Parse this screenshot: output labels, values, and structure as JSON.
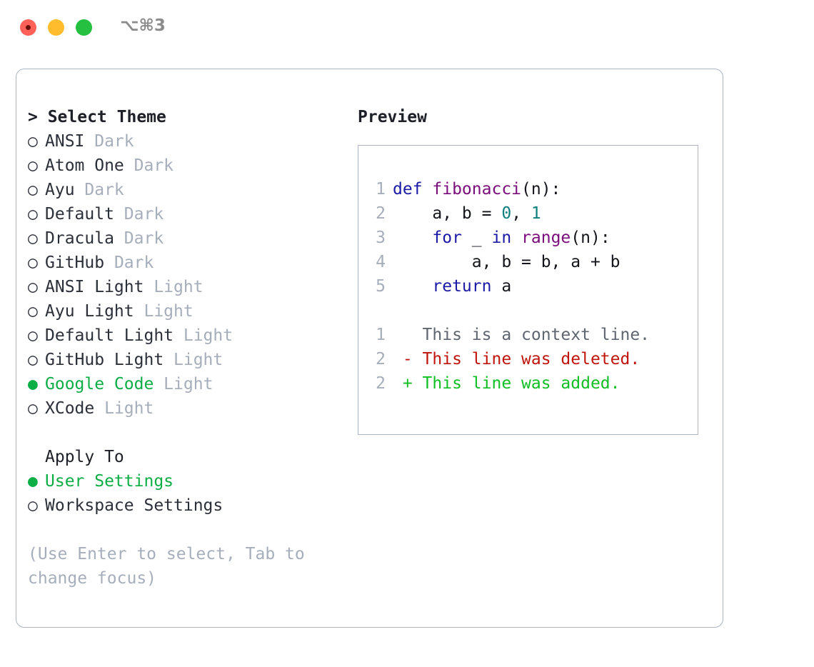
{
  "window": {
    "shortcut": "⌥⌘3",
    "traffic_lights": [
      {
        "name": "close",
        "color": "#ff6159"
      },
      {
        "name": "minimize",
        "color": "#ffbd2e"
      },
      {
        "name": "zoom",
        "color": "#25c03f"
      }
    ]
  },
  "theme_panel": {
    "heading": "> Select Theme",
    "selected_bullet": "●",
    "unselected_bullet": "○",
    "options": [
      {
        "name": "ANSI",
        "variant": "Dark",
        "selected": false
      },
      {
        "name": "Atom One",
        "variant": "Dark",
        "selected": false
      },
      {
        "name": "Ayu",
        "variant": "Dark",
        "selected": false
      },
      {
        "name": "Default",
        "variant": "Dark",
        "selected": false
      },
      {
        "name": "Dracula",
        "variant": "Dark",
        "selected": false
      },
      {
        "name": "GitHub",
        "variant": "Dark",
        "selected": false
      },
      {
        "name": "ANSI Light",
        "variant": "Light",
        "selected": false
      },
      {
        "name": "Ayu Light",
        "variant": "Light",
        "selected": false
      },
      {
        "name": "Default Light",
        "variant": "Light",
        "selected": false
      },
      {
        "name": "GitHub Light",
        "variant": "Light",
        "selected": false
      },
      {
        "name": "Google Code",
        "variant": "Light",
        "selected": true
      },
      {
        "name": "XCode",
        "variant": "Light",
        "selected": false
      }
    ]
  },
  "apply_to": {
    "heading": "Apply To",
    "options": [
      {
        "name": "User Settings",
        "selected": true
      },
      {
        "name": "Workspace Settings",
        "selected": false
      }
    ]
  },
  "hint": "(Use Enter to select, Tab to change focus)",
  "preview": {
    "heading": "Preview",
    "code_lines": [
      {
        "no": "1",
        "tokens": [
          {
            "t": "def ",
            "c": "kw"
          },
          {
            "t": "fibonacci",
            "c": "fn"
          },
          {
            "t": "(n):",
            "c": "plain"
          }
        ]
      },
      {
        "no": "2",
        "tokens": [
          {
            "t": "    a, b = ",
            "c": "plain"
          },
          {
            "t": "0",
            "c": "num"
          },
          {
            "t": ", ",
            "c": "plain"
          },
          {
            "t": "1",
            "c": "num"
          }
        ]
      },
      {
        "no": "3",
        "tokens": [
          {
            "t": "    ",
            "c": "plain"
          },
          {
            "t": "for",
            "c": "kw"
          },
          {
            "t": " _ ",
            "c": "plain"
          },
          {
            "t": "in",
            "c": "kw"
          },
          {
            "t": " ",
            "c": "plain"
          },
          {
            "t": "range",
            "c": "fn"
          },
          {
            "t": "(n):",
            "c": "plain"
          }
        ]
      },
      {
        "no": "4",
        "tokens": [
          {
            "t": "        a, b = b, a + b",
            "c": "plain"
          }
        ]
      },
      {
        "no": "5",
        "tokens": [
          {
            "t": "    ",
            "c": "plain"
          },
          {
            "t": "return",
            "c": "kw"
          },
          {
            "t": " a",
            "c": "plain"
          }
        ]
      }
    ],
    "diff_lines": [
      {
        "no": "1",
        "marker": " ",
        "text": "This is a context line.",
        "kind": "context"
      },
      {
        "no": "2",
        "marker": "-",
        "text": "This line was deleted.",
        "kind": "del"
      },
      {
        "no": "2",
        "marker": "+",
        "text": "This line was added.",
        "kind": "add"
      }
    ]
  },
  "colors": {
    "accent_green": "#0bad45",
    "muted": "#a6aebb",
    "keyword": "#1a1aa6",
    "function": "#7b0c7b",
    "number": "#0d7f7f",
    "diff_delete": "#c0140c",
    "diff_add": "#10bf23",
    "panel_border": "#aab4c4"
  }
}
